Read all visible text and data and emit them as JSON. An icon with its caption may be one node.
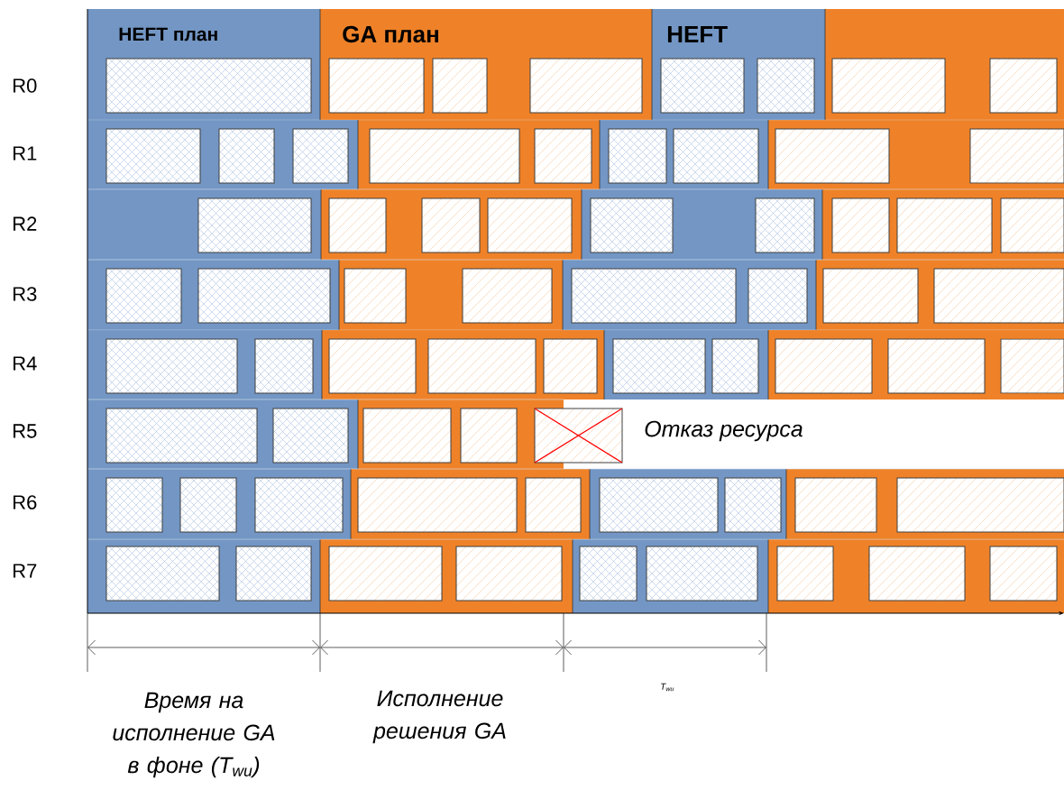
{
  "diagram": {
    "labels": [
      "HEFT план",
      "GA план",
      "HEFT",
      "R0",
      "R1",
      "R2",
      "R3",
      "R4",
      "R5",
      "R6",
      "R7",
      "Отказ ресурса",
      "Время на исполнение GA в фоне (T$_{wu}$)",
      "Исполнение решения GA",
      "T$_{wu}$"
    ]
  }
}
